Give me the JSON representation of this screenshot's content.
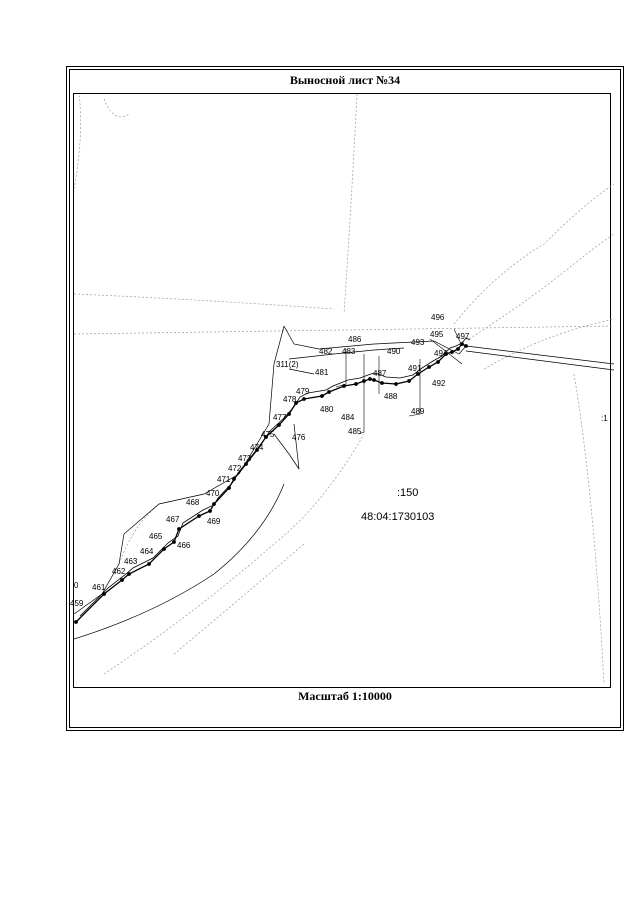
{
  "sheet": {
    "title": "Выносной лист №34",
    "scale": "Масштаб 1:10000"
  },
  "map": {
    "parcel_label": ":150",
    "cadastral_number": "48:04:1730103",
    "edge_label_left": "0",
    "edge_label_right": ":1",
    "parcel_tag": "311(2)",
    "points": [
      "459",
      "461",
      "462",
      "463",
      "464",
      "465",
      "466",
      "467",
      "468",
      "469",
      "470",
      "471",
      "472",
      "473",
      "474",
      "475",
      "476",
      "477",
      "478",
      "479",
      "480",
      "481",
      "482",
      "483",
      "484",
      "485",
      "486",
      "487",
      "488",
      "489",
      "490",
      "491",
      "492",
      "493",
      "494",
      "495",
      "496",
      "497"
    ]
  },
  "colors": {
    "line": "#000000",
    "faint": "#9a9a9a"
  }
}
